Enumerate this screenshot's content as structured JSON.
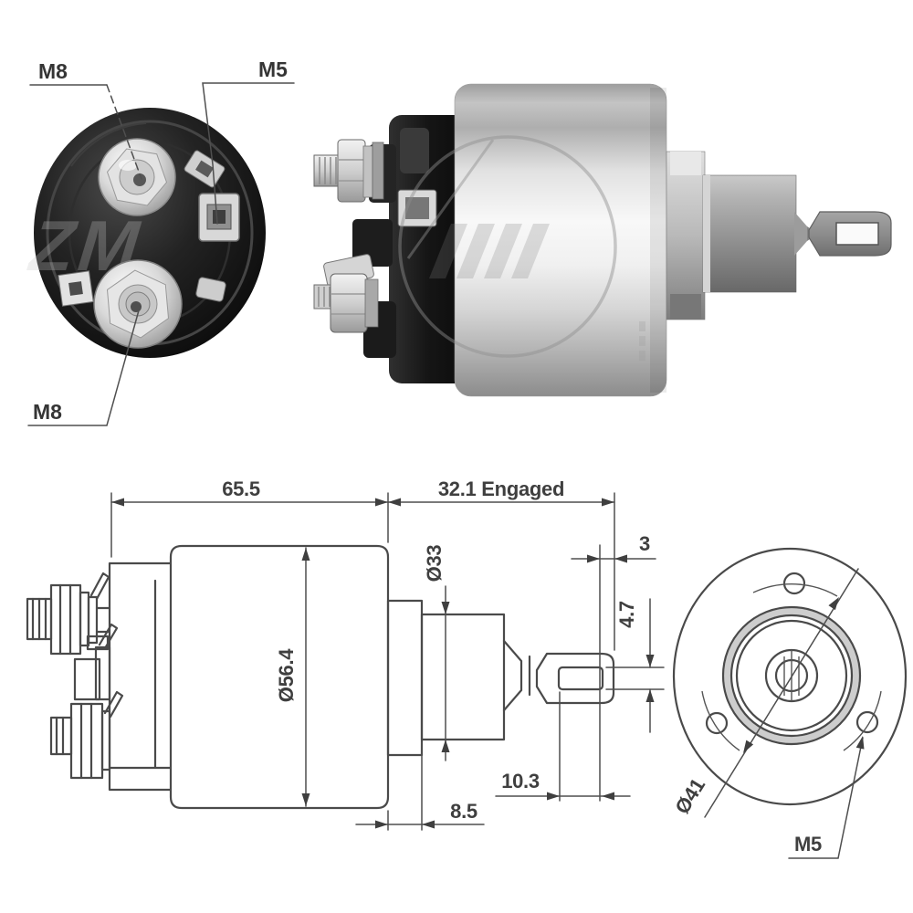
{
  "document_kind": "starter solenoid product sheet",
  "colors": {
    "background": "#ffffff",
    "drawing_line": "#4a4a4a",
    "dimension_text": "#3f3f3f"
  },
  "brand_watermark": {
    "rear_text": "ZM"
  },
  "rear_photo": {
    "label_terminal_top": "M8",
    "label_terminal_aux": "M5",
    "label_terminal_bottom": "M8"
  },
  "side_drawing": {
    "dim_body_length": "65.5",
    "dim_engaged": "32.1 Engaged",
    "dim_collar_diameter": "Ø33",
    "dim_body_diameter": "Ø56.4",
    "dim_eye_end": "3",
    "dim_slot_width": "4.7",
    "dim_slot_length": "10.3",
    "dim_flange_depth": "8.5"
  },
  "end_drawing": {
    "dim_bolt_circle": "Ø41",
    "dim_mount_thread": "M5"
  }
}
